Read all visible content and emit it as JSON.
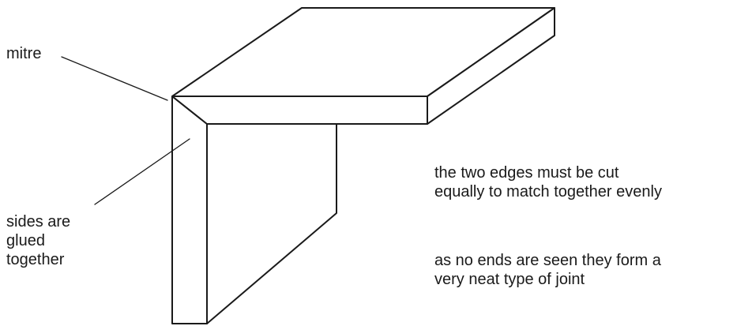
{
  "labels": {
    "mitre": "mitre",
    "sides_glued": [
      "sides are",
      "glued",
      "together"
    ],
    "edges_cut": [
      "the two edges must be cut",
      "equally to match together evenly"
    ],
    "neat_joint": [
      "as no ends are seen they form a",
      "very neat type of joint"
    ]
  },
  "colors": {
    "line": "#1a1a1a",
    "background": "#ffffff"
  }
}
